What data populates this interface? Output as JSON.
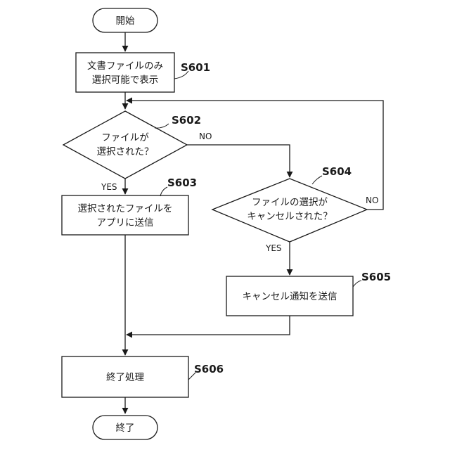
{
  "nodes": {
    "start": "開始",
    "display_line1": "文書ファイルのみ",
    "display_line2": "選択可能で表示",
    "check_selected_line1": "ファイルが",
    "check_selected_line2": "選択された？",
    "send_file_line1": "選択されたファイルを",
    "send_file_line2": "アプリに送信",
    "check_cancel_line1": "ファイルの選択が",
    "check_cancel_line2": "キャンセルされた？",
    "send_cancel": "キャンセル通知を送信",
    "end_process": "終了処理",
    "end": "終了"
  },
  "steps": {
    "s601": "S601",
    "s602": "S602",
    "s603": "S603",
    "s604": "S604",
    "s605": "S605",
    "s606": "S606"
  },
  "branches": {
    "s602_no": "NO",
    "s602_yes": "YES",
    "s604_no": "NO",
    "s604_yes": "YES"
  }
}
